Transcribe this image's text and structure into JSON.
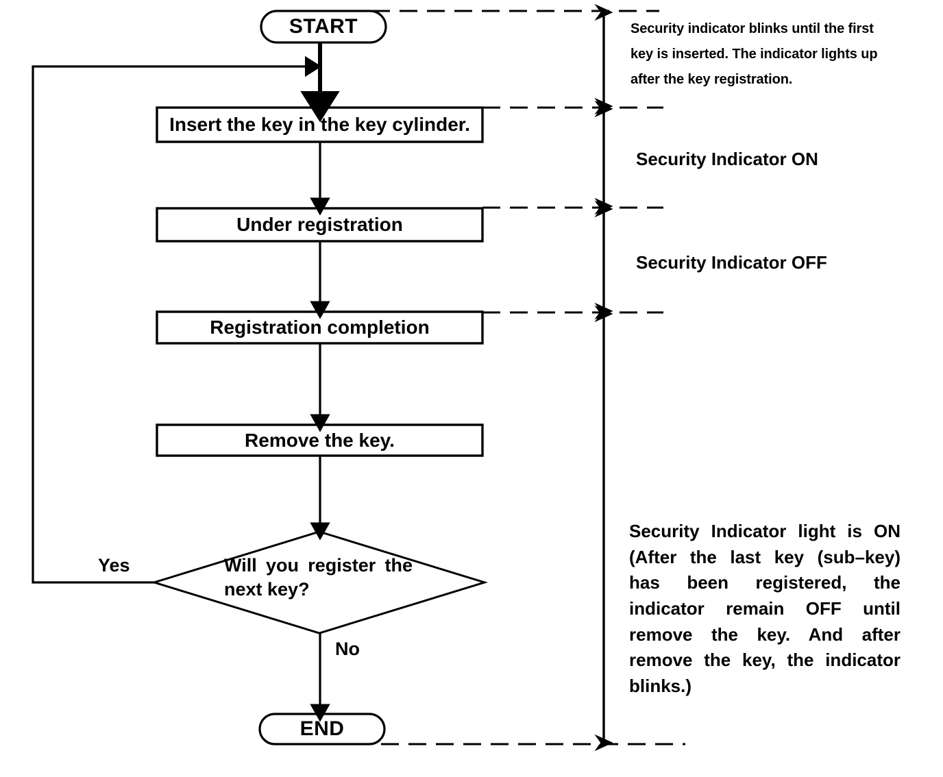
{
  "diagram": {
    "title": "Key Registration Procedure Flowchart",
    "type": "flowchart",
    "background_color": "#ffffff",
    "line_color": "#000000"
  },
  "nodes": {
    "start": {
      "label": "START",
      "shape": "terminator"
    },
    "insert_key": {
      "label": "Insert the key in the key cylinder.",
      "shape": "process"
    },
    "under_registration": {
      "label": "Under registration",
      "shape": "process"
    },
    "registration_completion": {
      "label": "Registration completion",
      "shape": "process"
    },
    "remove_key": {
      "label": "Remove the key.",
      "shape": "process"
    },
    "decision": {
      "label": "Will you register the next key?",
      "shape": "decision"
    },
    "end": {
      "label": "END",
      "shape": "terminator"
    }
  },
  "branches": {
    "yes_label": "Yes",
    "no_label": "No"
  },
  "annotations": {
    "top_note": "Security indicator blinks until the first key is inserted. The indicator lights up after the key registration.",
    "indicator_on": "Security Indicator ON",
    "indicator_off": "Security Indicator OFF",
    "bottom_note": "Security Indicator light is ON (After the last key (sub–key) has been registered, the indicator remain OFF until remove the key. And after remove the key, the indicator blinks.)"
  }
}
